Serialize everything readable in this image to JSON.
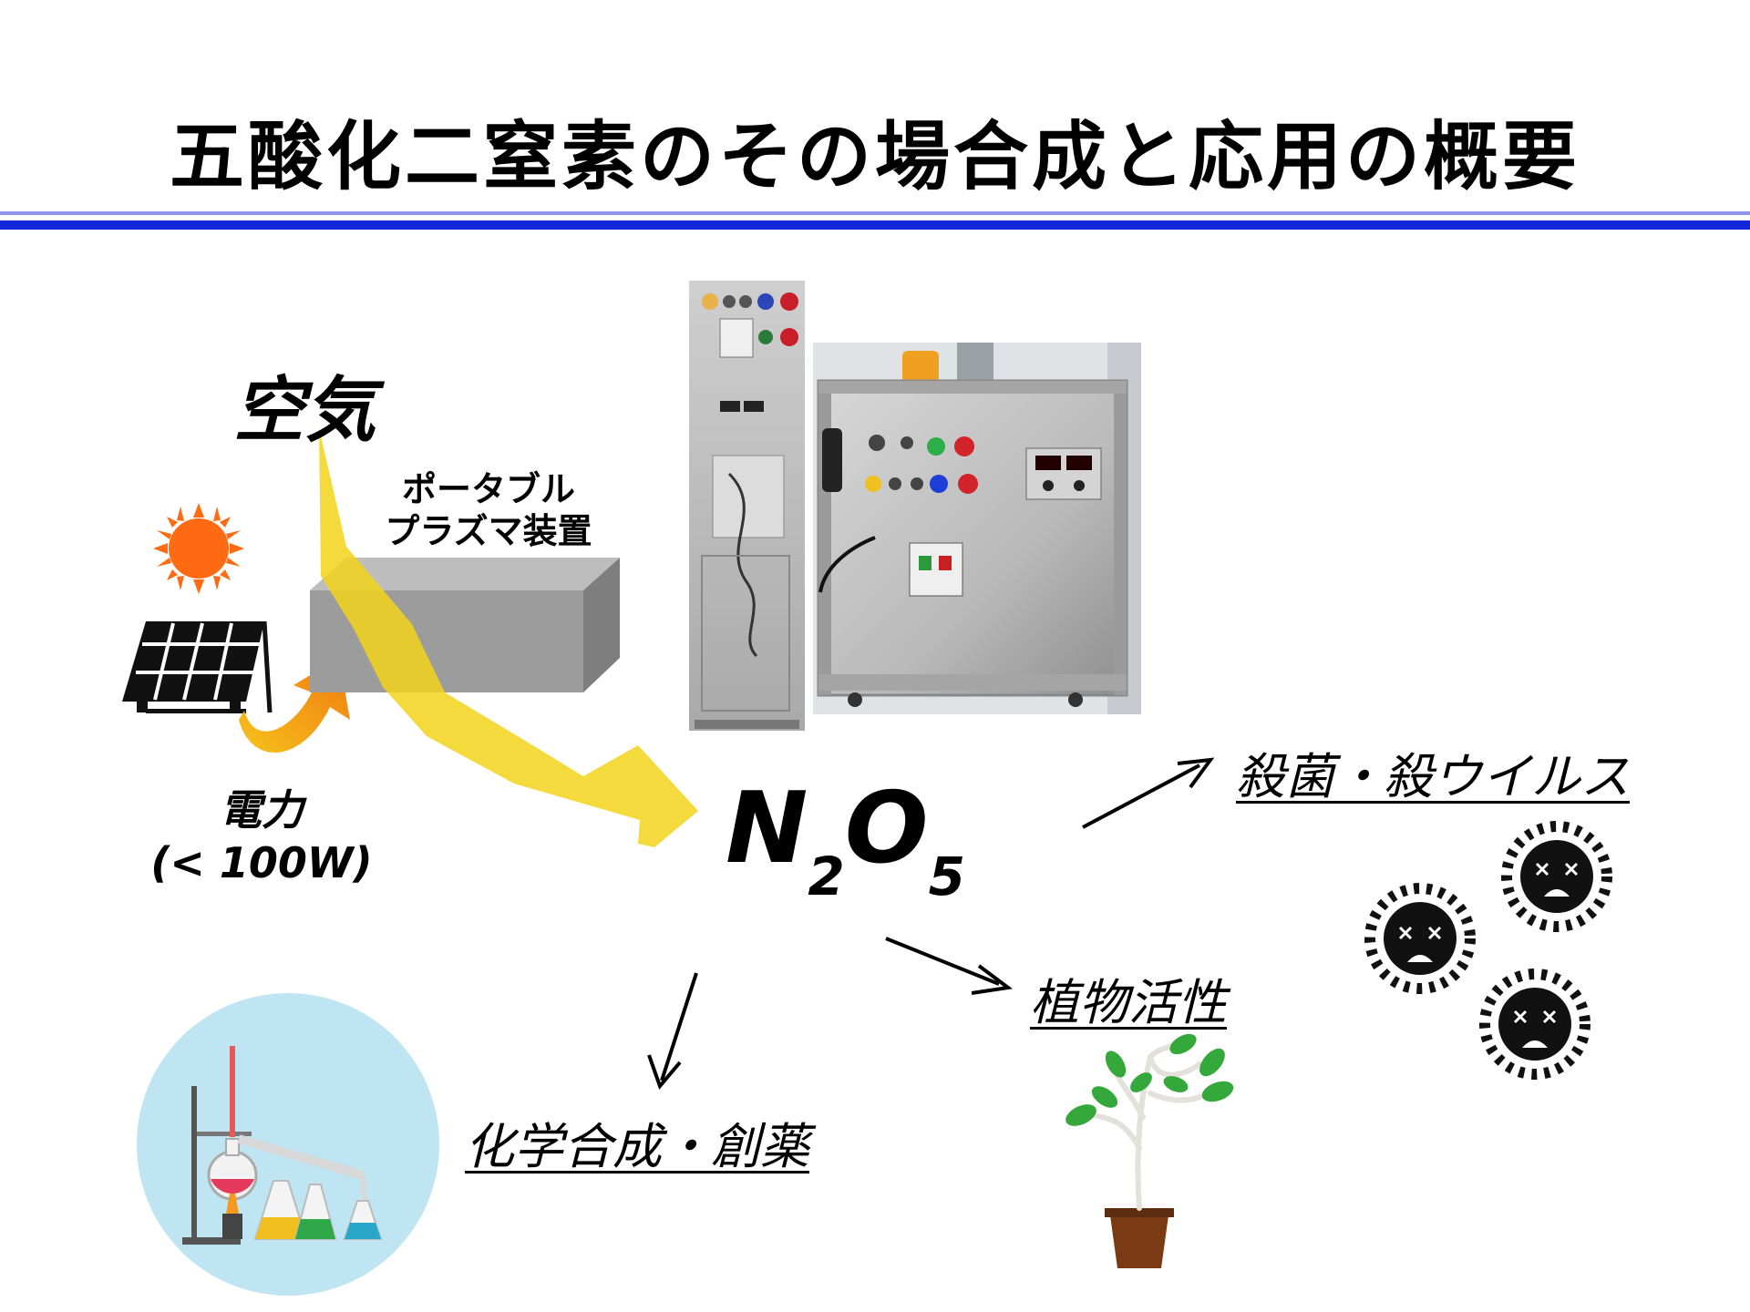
{
  "title": "五酸化二窒素のその場合成と応用の概要",
  "labels": {
    "air": "空気",
    "device_line1": "ポータブル",
    "device_line2": "プラズマ装置",
    "power_line1": "電力",
    "power_line2": "(< 100W)",
    "product_N": "N",
    "product_sub2": "2",
    "product_O": "O",
    "product_sub5": "5",
    "app_sterilization": "殺菌・殺ウイルス",
    "app_plant": "植物活性",
    "app_chemistry": "化学合成・創薬"
  },
  "colors": {
    "title_rule_light": "#8f95e8",
    "title_rule_dark": "#1228d8",
    "lightning": "#f2d31a",
    "device_box": "#9a9a9a",
    "sun": "#ff6a13",
    "power_arrow": "#f39a10",
    "flask_circle": "#bfe4f2"
  },
  "icons": [
    "sun-icon",
    "solar-panel-icon",
    "power-arrow-icon",
    "lightning-arrow-icon",
    "plasma-device-box",
    "device-photo-tall",
    "device-photo-cabinet",
    "virus-icon",
    "plant-icon",
    "chemistry-lab-icon"
  ]
}
